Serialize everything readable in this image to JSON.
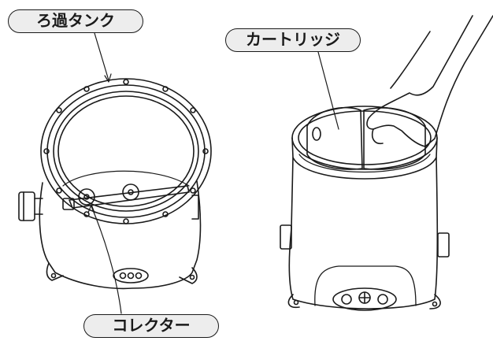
{
  "labels": {
    "filter_tank": "ろ過タンク",
    "cartridge": "カートリッジ",
    "collector": "コレクター"
  },
  "colors": {
    "line": "#1a1a1a",
    "label_fill": "#ededed",
    "background": "#ffffff"
  }
}
